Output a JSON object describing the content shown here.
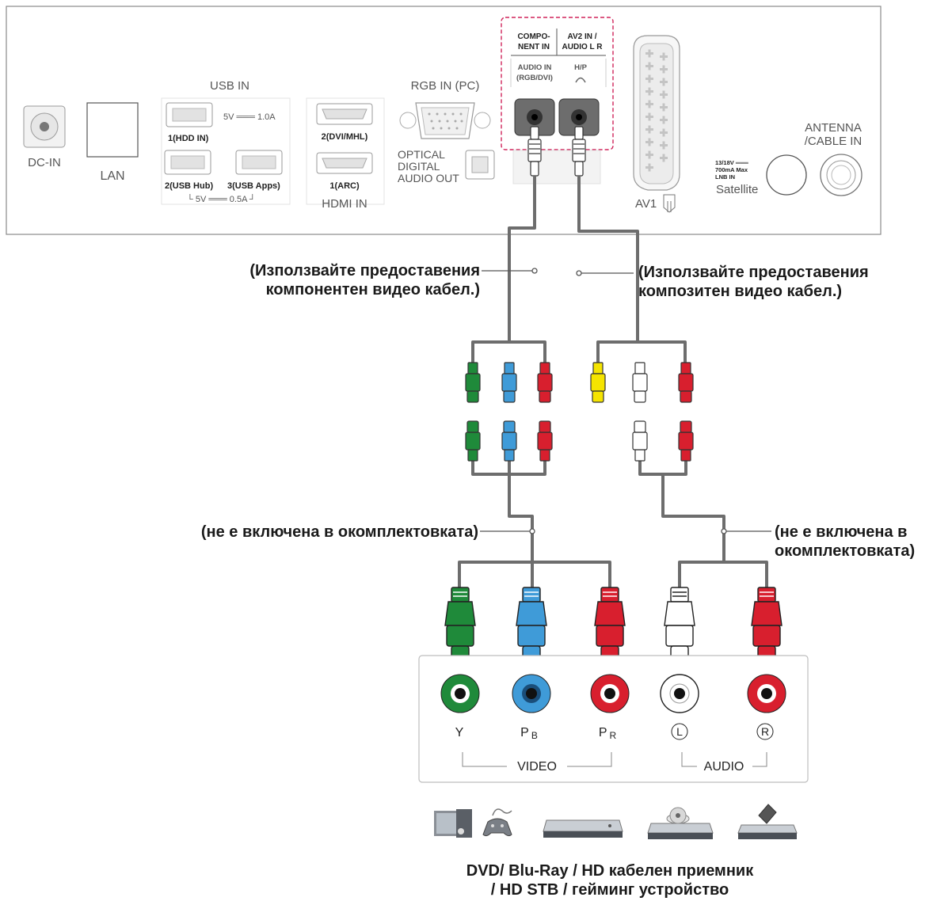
{
  "panel": {
    "dc_in": "DC-IN",
    "lan": "LAN",
    "usb_in": "USB IN",
    "usb_power_1": "5V ═══ 1.0A",
    "usb_1": "1(HDD IN)",
    "usb_2": "2(USB Hub)",
    "usb_3": "3(USB Apps)",
    "usb_power_2": "└ 5V ═══ 0.5A ┘",
    "hdmi_2": "2(DVI/MHL)",
    "hdmi_1": "1(ARC)",
    "hdmi_in": "HDMI IN",
    "rgb_in": "RGB IN (PC)",
    "optical_1": "OPTICAL",
    "optical_2": "DIGITAL",
    "optical_3": "AUDIO OUT",
    "component_in_1": "COMPO-",
    "component_in_2": "NENT IN",
    "av2_in_1": "AV2 IN /",
    "av2_in_2": "AUDIO L R",
    "audio_in_1": "AUDIO IN",
    "audio_in_2": "(RGB/DVI)",
    "hp": "H/P",
    "av1": "AV1",
    "antenna_1": "ANTENNA",
    "antenna_2": "/CABLE IN",
    "lnb_1": "13/18V ═══",
    "lnb_2": "700mA Max",
    "lnb_3": "LNB IN",
    "satellite": "Satellite"
  },
  "captions": {
    "component_cable": [
      "(Използвайте предоставения",
      "компонентен видео кабел.)"
    ],
    "composite_cable": [
      "(Използвайте предоставения",
      "композитен видео кабел.)"
    ],
    "not_included_left": "(не е включена в окомплектовката)",
    "not_included_right": [
      "(не е включена в",
      "окомплектовката)"
    ],
    "devices": [
      "DVD/ Blu-Ray / HD кабелен приемник",
      "/ HD STB / гейминг устройство"
    ]
  },
  "device_panel": {
    "y": "Y",
    "pb": "P",
    "pb_sub": "B",
    "pr": "P",
    "pr_sub": "R",
    "l": "L",
    "r": "R",
    "video": "VIDEO",
    "audio": "AUDIO"
  },
  "colors": {
    "green": "#1f8a3a",
    "blue": "#3f9bd8",
    "red": "#d81f2e",
    "yellow": "#f5e400",
    "white": "#ffffff",
    "cable": "#6d6d6d",
    "highlight": "#d0245a"
  },
  "icons": [
    "computer-icon",
    "game-controller-icon",
    "blu-ray-player-icon",
    "dvd-player-icon",
    "set-top-box-icon"
  ]
}
